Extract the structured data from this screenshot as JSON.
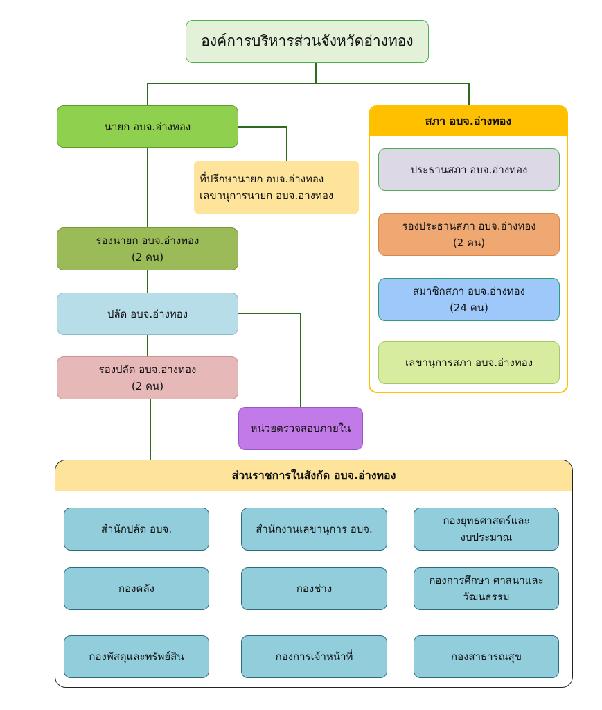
{
  "title": "องค์การบริหารส่วนจังหวัดอ่างทอง",
  "executive": {
    "mayor": "นายก อบจ.อ่างทอง",
    "advisor_line1": "ที่ปรึกษานายก อบจ.อ่างทอง",
    "advisor_line2": "เลขานุการนายก อบจ.อ่างทอง",
    "deputy_mayor_line1": "รองนายก อบจ.อ่างทอง",
    "deputy_mayor_line2": "(2 คน)",
    "chief": "ปลัด อบจ.อ่างทอง",
    "deputy_chief_line1": "รองปลัด อบจ.อ่างทอง",
    "deputy_chief_line2": "(2 คน)",
    "audit": "หน่วยตรวจสอบภายใน"
  },
  "council": {
    "header": "สภา อบจ.อ่างทอง",
    "president": "ประธานสภา อบจ.อ่างทอง",
    "vice_line1": "รองประธานสภา อบจ.อ่างทอง",
    "vice_line2": "(2 คน)",
    "members_line1": "สมาชิกสภา อบจ.อ่างทอง",
    "members_line2": "(24 คน)",
    "secretary": "เลขานุการสภา อบจ.อ่างทอง"
  },
  "divisions": {
    "header": "ส่วนราชการในสังกัด อบจ.อ่างทอง",
    "items": [
      {
        "line1": "สำนักปลัด อบจ.",
        "line2": ""
      },
      {
        "line1": "สำนักงานเลขานุการ อบจ.",
        "line2": ""
      },
      {
        "line1": "กองยุทธศาสตร์และ",
        "line2": "งบประมาณ"
      },
      {
        "line1": "กองคลัง",
        "line2": ""
      },
      {
        "line1": "กองช่าง",
        "line2": ""
      },
      {
        "line1": "กองการศึกษา ศาสนาและ",
        "line2": "วัฒนธรรม"
      },
      {
        "line1": "กองพัสดุและทรัพย์สิน",
        "line2": ""
      },
      {
        "line1": "กองการเจ้าหน้าที่",
        "line2": ""
      },
      {
        "line1": "กองสาธารณสุข",
        "line2": ""
      }
    ]
  },
  "colors": {
    "connector": "#2e6b1e",
    "title_fill": "#e3f1d8",
    "mayor_fill": "#8fd14f",
    "advisor_fill": "#fde49a",
    "deputy_mayor_fill": "#9bbb59",
    "chief_fill": "#b7dde8",
    "deputy_chief_fill": "#e6b9b8",
    "audit_fill": "#c27ae8",
    "council_header_fill": "#ffc000",
    "council_president_fill": "#dcd8e6",
    "council_vice_fill": "#f0a872",
    "council_members_fill": "#9ec8fa",
    "council_secretary_fill": "#d8eca0",
    "division_header_fill": "#fde49a",
    "division_item_fill": "#92cddc"
  }
}
